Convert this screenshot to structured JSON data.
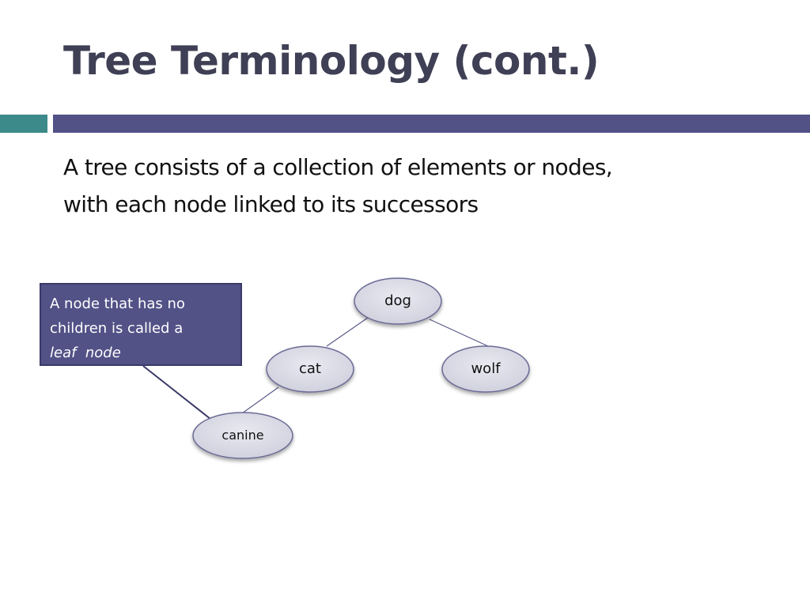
{
  "slide": {
    "title": "Tree Terminology (cont.)",
    "body_line1": "A tree consists of a collection of elements or nodes,",
    "body_line2": "with each node linked to its successors"
  },
  "callout": {
    "line1": "A node that has no",
    "line2": "children is called a",
    "term": "leaf  node"
  },
  "tree": {
    "nodes": {
      "dog": "dog",
      "cat": "cat",
      "wolf": "wolf",
      "canine": "canine"
    }
  },
  "colors": {
    "title": "#3f3f55",
    "accent_teal": "#3d8a8a",
    "accent_bar": "#525287",
    "node_fill": "#d8d8e4",
    "node_stroke": "#6a6a96"
  }
}
